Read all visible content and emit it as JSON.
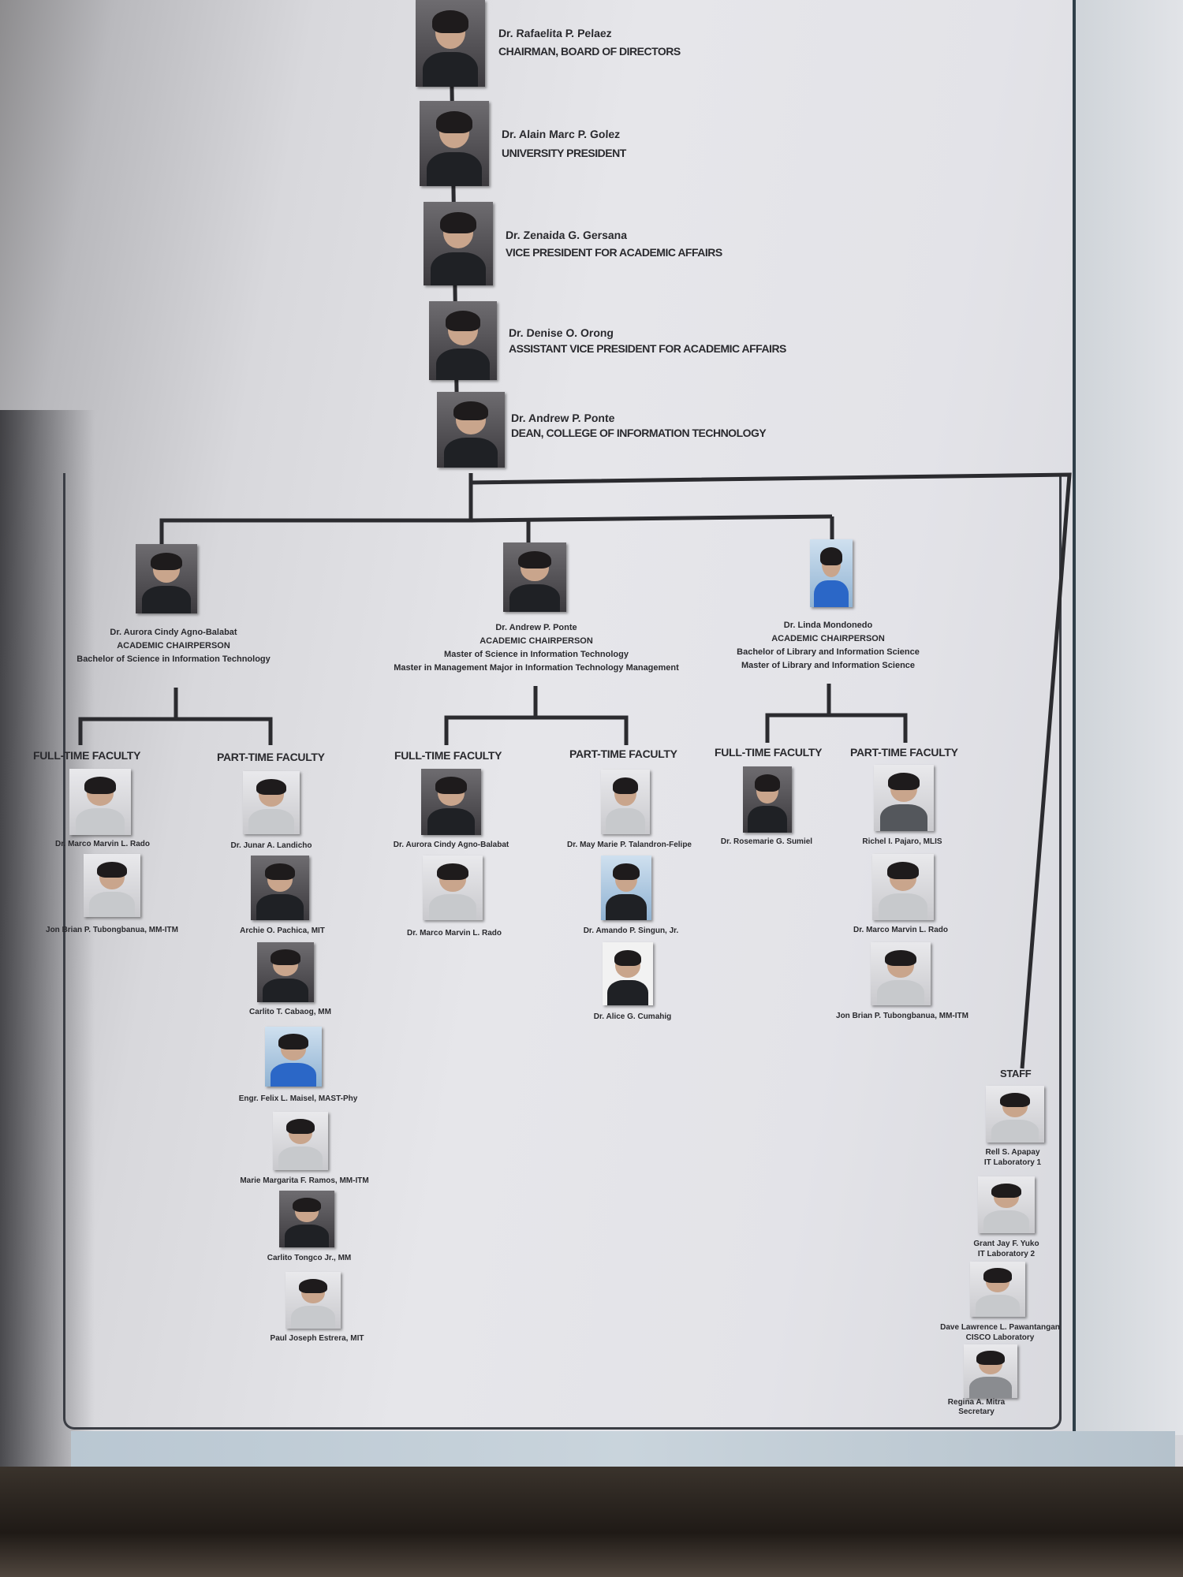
{
  "executives": [
    {
      "name": "Dr. Rafaelita P. Pelaez",
      "title": "CHAIRMAN, BOARD OF DIRECTORS"
    },
    {
      "name": "Dr. Alain Marc P. Golez",
      "title": "UNIVERSITY PRESIDENT"
    },
    {
      "name": "Dr. Zenaida G. Gersana",
      "title": "VICE PRESIDENT FOR ACADEMIC AFFAIRS"
    },
    {
      "name": "Dr. Denise O. Orong",
      "title": "ASSISTANT VICE PRESIDENT FOR ACADEMIC AFFAIRS"
    },
    {
      "name": "Dr. Andrew P. Ponte",
      "title": "DEAN, COLLEGE OF INFORMATION TECHNOLOGY"
    }
  ],
  "chairs": [
    {
      "name": "Dr. Aurora Cindy Agno-Balabat",
      "title": "ACADEMIC CHAIRPERSON",
      "programs": [
        "Bachelor of Science in Information Technology"
      ]
    },
    {
      "name": "Dr. Andrew P. Ponte",
      "title": "ACADEMIC CHAIRPERSON",
      "programs": [
        "Master of Science in Information Technology",
        "Master in Management Major in Information Technology Management"
      ]
    },
    {
      "name": "Dr. Linda Mondonedo",
      "title": "ACADEMIC CHAIRPERSON",
      "programs": [
        "Bachelor of Library and Information Science",
        "Master of Library and Information Science"
      ]
    }
  ],
  "groups": {
    "g1_full": {
      "label": "FULL-TIME FACULTY",
      "members": [
        "Dr. Marco Marvin L. Rado",
        "Jon Brian P. Tubongbanua, MM-ITM"
      ]
    },
    "g1_part": {
      "label": "PART-TIME FACULTY",
      "members": [
        "Dr. Junar A. Landicho",
        "Archie O. Pachica, MIT",
        "Carlito T. Cabaog, MM",
        "Engr. Felix L. Maisel, MAST-Phy",
        "Marie Margarita F. Ramos, MM-ITM",
        "Carlito Tongco Jr., MM",
        "Paul Joseph Estrera, MIT"
      ]
    },
    "g2_full": {
      "label": "FULL-TIME FACULTY",
      "members": [
        "Dr. Aurora Cindy Agno-Balabat",
        "Dr. Marco Marvin L. Rado"
      ]
    },
    "g2_part": {
      "label": "PART-TIME FACULTY",
      "members": [
        "Dr. May Marie P. Talandron-Felipe",
        "Dr. Amando P. Singun, Jr.",
        "Dr. Alice G. Cumahig"
      ]
    },
    "g3_full": {
      "label": "FULL-TIME FACULTY",
      "members": [
        "Dr. Rosemarie G. Sumiel"
      ]
    },
    "g3_part": {
      "label": "PART-TIME FACULTY",
      "members": [
        "Richel I. Pajaro, MLIS",
        "Dr. Marco Marvin L. Rado",
        "Jon Brian P. Tubongbanua, MM-ITM"
      ]
    }
  },
  "staff": {
    "label": "STAFF",
    "members": [
      {
        "name": "Rell S. Apapay",
        "role": "IT Laboratory 1"
      },
      {
        "name": "Grant Jay F. Yuko",
        "role": "IT Laboratory 2"
      },
      {
        "name": "Dave Lawrence L. Pawantangan",
        "role": "CISCO Laboratory"
      },
      {
        "name": "Regina A. Mitra",
        "role": "Secretary"
      }
    ]
  }
}
